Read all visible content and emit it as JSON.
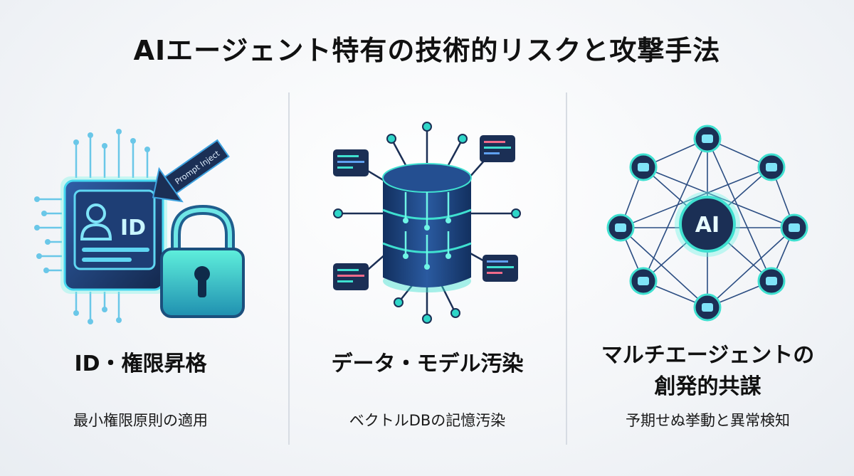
{
  "title": "AIエージェント特有の技術的リスクと攻撃手法",
  "panels": [
    {
      "heading": "ID・権限昇格",
      "subtitle": "最小権限原則の適用",
      "icon": "id-chip-lock-icon",
      "id_badge": "ID",
      "arrow_label": "Prompt Inject"
    },
    {
      "heading": "データ・モデル汚染",
      "subtitle": "ベクトルDBの記憶汚染",
      "icon": "database-network-icon"
    },
    {
      "heading_lines": [
        "マルチエージェントの",
        "創発的共謀"
      ],
      "subtitle": "予期せぬ挙動と異常検知",
      "icon": "ai-agent-network-icon",
      "hub_label": "AI"
    }
  ],
  "colors": {
    "accent_cyan": "#35e6d8",
    "accent_blue": "#2c7fd9",
    "dark_navy": "#1b2f55",
    "glow": "#6ff5e6"
  }
}
